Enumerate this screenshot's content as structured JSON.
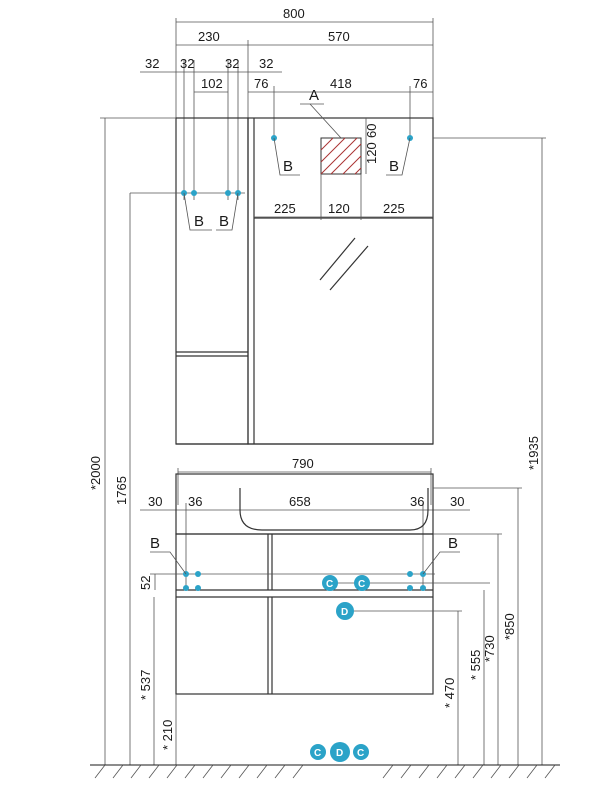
{
  "top": {
    "overall_width": "800",
    "left_cabinet_width": "230",
    "mirror_width": "570",
    "left_offsets": [
      "32",
      "32",
      "32",
      "32"
    ],
    "left_inner": "102",
    "mirror_offset_left": "76",
    "mirror_center": "418",
    "mirror_offset_right": "76",
    "label_a": "A",
    "box_height": "60",
    "box_width_v": "120",
    "mirror_split": [
      "225",
      "120",
      "225"
    ]
  },
  "heights": {
    "total": "*2000",
    "left_point": "1765",
    "right_total": "*1935"
  },
  "vanity": {
    "width": "790",
    "left_gap": "30",
    "left_inner": "36",
    "basin": "658",
    "right_inner": "36",
    "right_gap": "30",
    "b_height": "52",
    "h537": "* 537",
    "h210": "* 210",
    "h470": "* 470",
    "h555": "* 555",
    "h730": "*730",
    "h850": "*850"
  },
  "markers": {
    "b": "B",
    "c": "C",
    "d": "D"
  },
  "colors": {
    "accent": "#2ba3c8",
    "line": "#1a1a1a"
  }
}
